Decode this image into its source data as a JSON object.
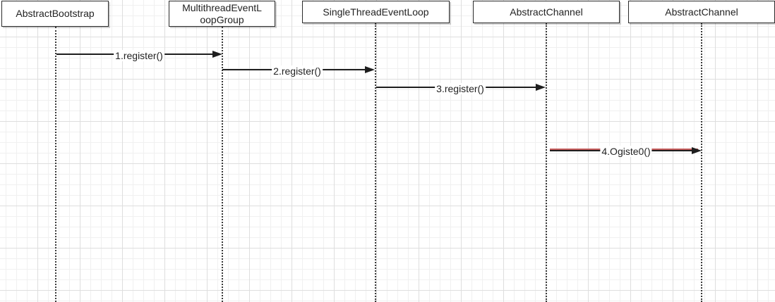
{
  "participants": [
    {
      "label": "AbstractBootstrap"
    },
    {
      "label": "MultithreadEventL\noopGroup"
    },
    {
      "label": "SingleThreadEventLoop"
    },
    {
      "label": "AbstractChannel"
    },
    {
      "label": "AbstractChannel"
    }
  ],
  "messages": [
    {
      "label": "1.register()",
      "from": "AbstractBootstrap",
      "to": "MultithreadEventLoopGroup"
    },
    {
      "label": "2.register()",
      "from": "MultithreadEventLoopGroup",
      "to": "SingleThreadEventLoop"
    },
    {
      "label": "3.register()",
      "from": "SingleThreadEventLoop",
      "to": "AbstractChannel"
    },
    {
      "label": "4.Ogiste0()",
      "from": "AbstractChannel",
      "to": "AbstractChannel"
    }
  ],
  "colors": {
    "line": "#1e1e1e",
    "annotation_stroke": "#c45a5a",
    "grid": "#dedede"
  }
}
